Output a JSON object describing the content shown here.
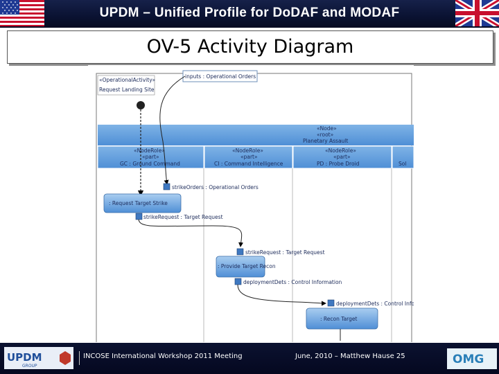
{
  "header": {
    "title": "UPDM – Unified Profile for DoDAF and MODAF"
  },
  "slide": {
    "title": "OV-5 Activity Diagram"
  },
  "diagram": {
    "frame": {
      "stereotype": "«OperationalActivity»",
      "name": "Request Landing Site"
    },
    "input_pin": "inputs : Operational Orders",
    "node": {
      "line1": "«Node»",
      "line2": "«root»",
      "line3": "Planetary Assault"
    },
    "lanes": [
      {
        "line1": "«NodeRole»",
        "line2": "«part»",
        "line3": "GC : Ground Command"
      },
      {
        "line1": "«NodeRole»",
        "line2": "«part»",
        "line3": "CI : Command Intelligence"
      },
      {
        "line1": "«NodeRole»",
        "line2": "«part»",
        "line3": "PD : Probe Droid"
      },
      {
        "line1": "",
        "line2": "",
        "line3": "Sol"
      }
    ],
    "actions": {
      "a1": ": Request Target Strike",
      "a2": ": Provide Target Recon",
      "a3": ": Recon Target"
    },
    "pins": {
      "strike_orders": "strikeOrders : Operational Orders",
      "strike_request_out": "strikeRequest : Target Request",
      "strike_request_in": "strikeRequest : Target Request",
      "deployment_out": "deploymentDets : Control Information",
      "deployment_in": "deploymentDets : Control Info"
    }
  },
  "footer": {
    "left_text": "INCOSE International Workshop 2011 Meeting",
    "right_text": "June, 2010 – Matthew Hause 25",
    "updm_logo_text": "UPDM",
    "updm_logo_sub": "GROUP",
    "omg_logo_text": "OMG"
  },
  "colors": {
    "header_bg": "#0a1232",
    "lane_blue": "#5b9bd5",
    "action_blue": "#6aa8e0",
    "pin_blue": "#3f78c0"
  }
}
